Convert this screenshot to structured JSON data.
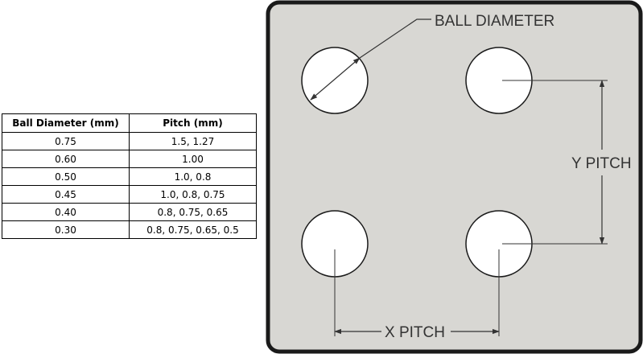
{
  "table": {
    "headers": [
      "Ball Diameter (mm)",
      "Pitch (mm)"
    ],
    "rows": [
      [
        "0.75",
        "1.5, 1.27"
      ],
      [
        "0.60",
        "1.00"
      ],
      [
        "0.50",
        "1.0, 0.8"
      ],
      [
        "0.45",
        "1.0, 0.8, 0.75"
      ],
      [
        "0.40",
        "0.8, 0.75, 0.65"
      ],
      [
        "0.30",
        "0.8, 0.75, 0.65, 0.5"
      ]
    ]
  },
  "diagram": {
    "ball_diameter_label": "BALL DIAMETER",
    "y_pitch_label": "Y PITCH",
    "x_pitch_label": "X PITCH",
    "colors": {
      "panel_fill": "#d8d7d3",
      "panel_border": "#1a1a1a",
      "ball_fill": "#ffffff",
      "line": "#333333"
    }
  }
}
